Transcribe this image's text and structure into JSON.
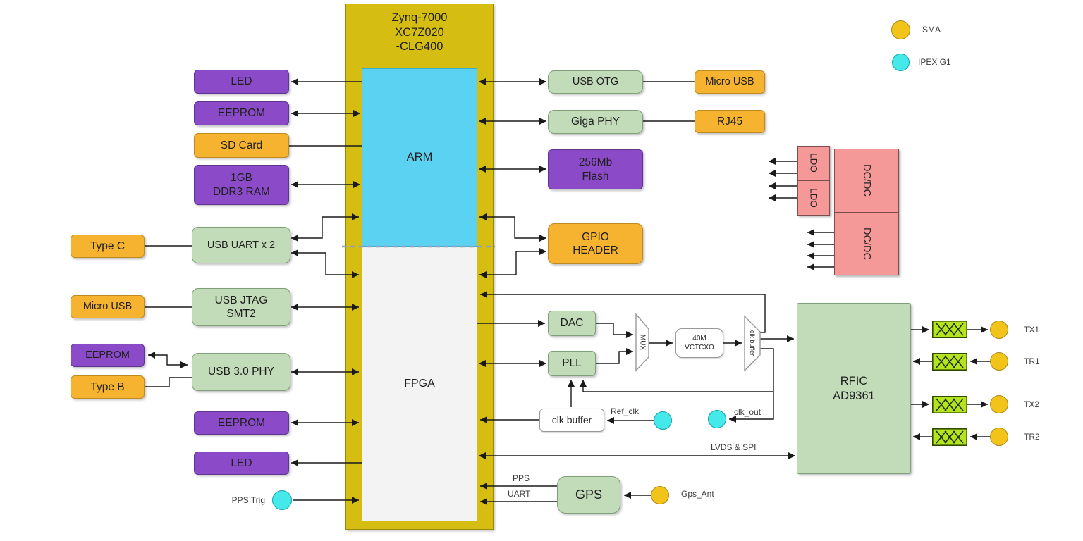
{
  "colors": {
    "purple": "#8B4BC9",
    "orange": "#F5B32F",
    "green": "#C2DBB8",
    "zynq_yellow": "#D5BE11",
    "arm_cyan": "#5CD2F2",
    "fpga": "#F3F3F3",
    "pink": "#F59898",
    "filter": "#B5E41F",
    "sma_yellow": "#F2C318",
    "ipex_cyan": "#45E9EA"
  },
  "zynq": {
    "line1": "Zynq-7000",
    "line2": "XC7Z020",
    "line3": "-CLG400",
    "arm": "ARM",
    "fpga": "FPGA"
  },
  "blocks": {
    "led_top": "LED",
    "eeprom_top": "EEPROM",
    "sd_card": "SD Card",
    "ddr_l1": "1GB",
    "ddr_l2": "DDR3 RAM",
    "usb_uart": "USB UART x 2",
    "usb_jtag_l1": "USB JTAG",
    "usb_jtag_l2": "SMT2",
    "usb3_phy": "USB 3.0 PHY",
    "eeprom_bottom": "EEPROM",
    "led_bottom": "LED",
    "type_c": "Type C",
    "micro_usb_left": "Micro USB",
    "eeprom_mid": "EEPROM",
    "type_b": "Type B",
    "usb_otg": "USB OTG",
    "micro_usb_right": "Micro USB",
    "giga_phy": "Giga PHY",
    "rj45": "RJ45",
    "flash_l1": "256Mb",
    "flash_l2": "Flash",
    "gpio_l1": "GPIO",
    "gpio_l2": "HEADER",
    "dac": "DAC",
    "pll": "PLL",
    "clk_buffer_box": "clk buffer",
    "gps": "GPS",
    "rfic_l1": "RFIC",
    "rfic_l2": "AD9361"
  },
  "clock": {
    "mux": "MUX",
    "vctcxo_l1": "40M",
    "vctcxo_l2": "VCTCXO",
    "clk_buffer": "clk buffer"
  },
  "power": {
    "ldo1": "LDO",
    "ldo2": "LDO",
    "dcdc1": "DC/DC",
    "dcdc2": "DC/DC"
  },
  "rf_ports": {
    "tx1": "TX1",
    "tr1": "TR1",
    "tx2": "TX2",
    "tr2": "TR2"
  },
  "signals": {
    "pps_trig": "PPS Trig",
    "ref_clk": "Ref_clk",
    "clk_out": "clk_out",
    "lvds_spi": "LVDS & SPI",
    "pps": "PPS",
    "uart": "UART",
    "gps_ant": "Gps_Ant"
  },
  "legend": {
    "sma": "SMA",
    "ipex": "IPEX G1"
  }
}
